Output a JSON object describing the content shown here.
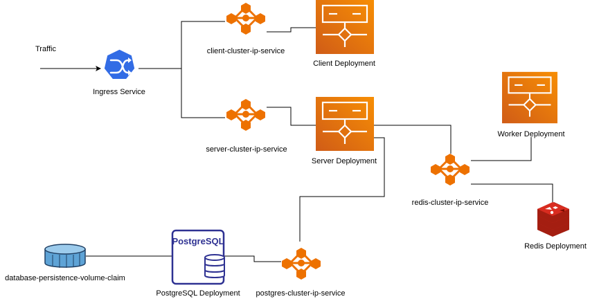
{
  "traffic": {
    "label": "Traffic"
  },
  "ingress": {
    "label": "Ingress Service",
    "color": "#326ce5"
  },
  "services": {
    "client": {
      "label": "client-cluster-ip-service"
    },
    "server": {
      "label": "server-cluster-ip-service"
    },
    "redis": {
      "label": "redis-cluster-ip-service"
    },
    "postgres": {
      "label": "postgres-cluster-ip-service"
    }
  },
  "deployments": {
    "client": {
      "label": "Client Deployment"
    },
    "server": {
      "label": "Server Deployment"
    },
    "worker": {
      "label": "Worker Deployment"
    },
    "redis": {
      "label": "Redis Deployment"
    },
    "postgres": {
      "label": "PostgreSQL Deployment",
      "logo_text": "PostgreSQL"
    }
  },
  "volume": {
    "label": "database-persistence-volume-claim"
  },
  "colors": {
    "aws_orange": "#ed7100",
    "aws_orange_light": "#f5892b",
    "postgres_blue": "#2e3192",
    "redis_red": "#c6302b",
    "volume_blue": "#5ea3d6"
  }
}
